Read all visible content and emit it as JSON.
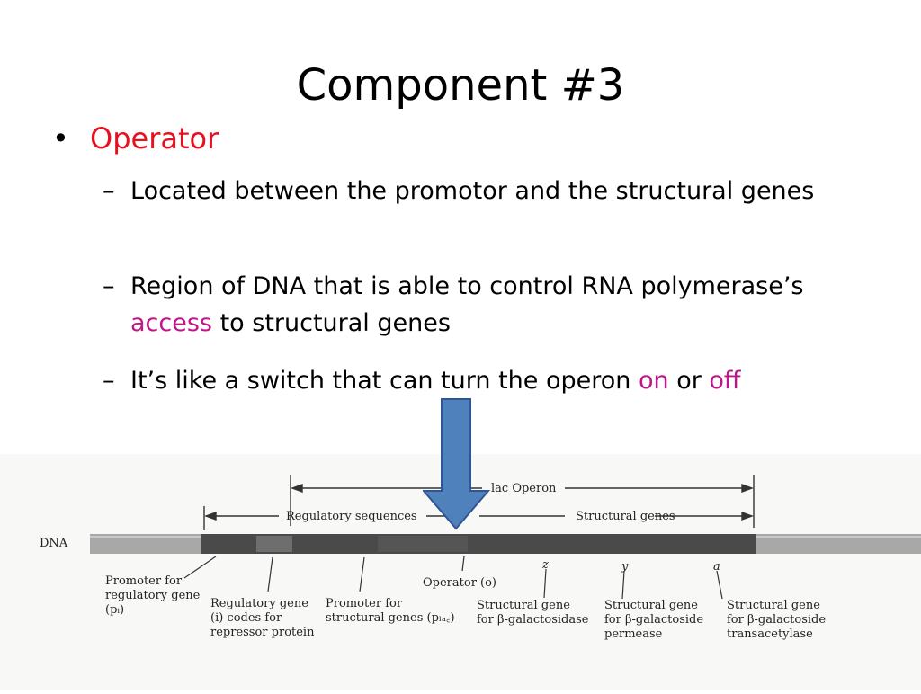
{
  "slide": {
    "title": "Component #3",
    "bullet": "Operator",
    "sub1": "Located between the promotor and the structural genes",
    "sub2_part1": "Region of DNA that is able to control RNA polymerase’s ",
    "sub2_highlight": "access",
    "sub2_part2": " to structural genes",
    "sub3_part1": "It’s like a switch that can turn the operon ",
    "sub3_on": "on",
    "sub3_or": " or ",
    "sub3_off": "off"
  },
  "figure": {
    "dna_label": "DNA",
    "lac_operon": "lac Operon",
    "regulatory_sequences": "Regulatory sequences",
    "structural_genes": "Structural genes",
    "gene_z": "z",
    "gene_y": "y",
    "gene_a": "a",
    "operator": "Operator (o)",
    "promoter_reg": [
      "Promoter for",
      "regulatory gene",
      "(pᵢ)"
    ],
    "regulatory_gene": [
      "Regulatory gene",
      "(i) codes for",
      "repressor protein"
    ],
    "promoter_struct": [
      "Promoter for",
      "structural genes (pₗₐ꜀)"
    ],
    "gene_galactosidase": [
      "Structural gene",
      "for β-galactosidase"
    ],
    "gene_permease": [
      "Structural gene",
      "for β-galactoside",
      "permease"
    ],
    "gene_transacetylase": [
      "Structural gene",
      "for β-galactoside",
      "transacetylase"
    ],
    "colors": {
      "arrow_fill": "#4f81bd",
      "arrow_stroke": "#2f5597",
      "dna_dark": "#4a4a4a",
      "dna_light": "#a8a8a8"
    }
  }
}
